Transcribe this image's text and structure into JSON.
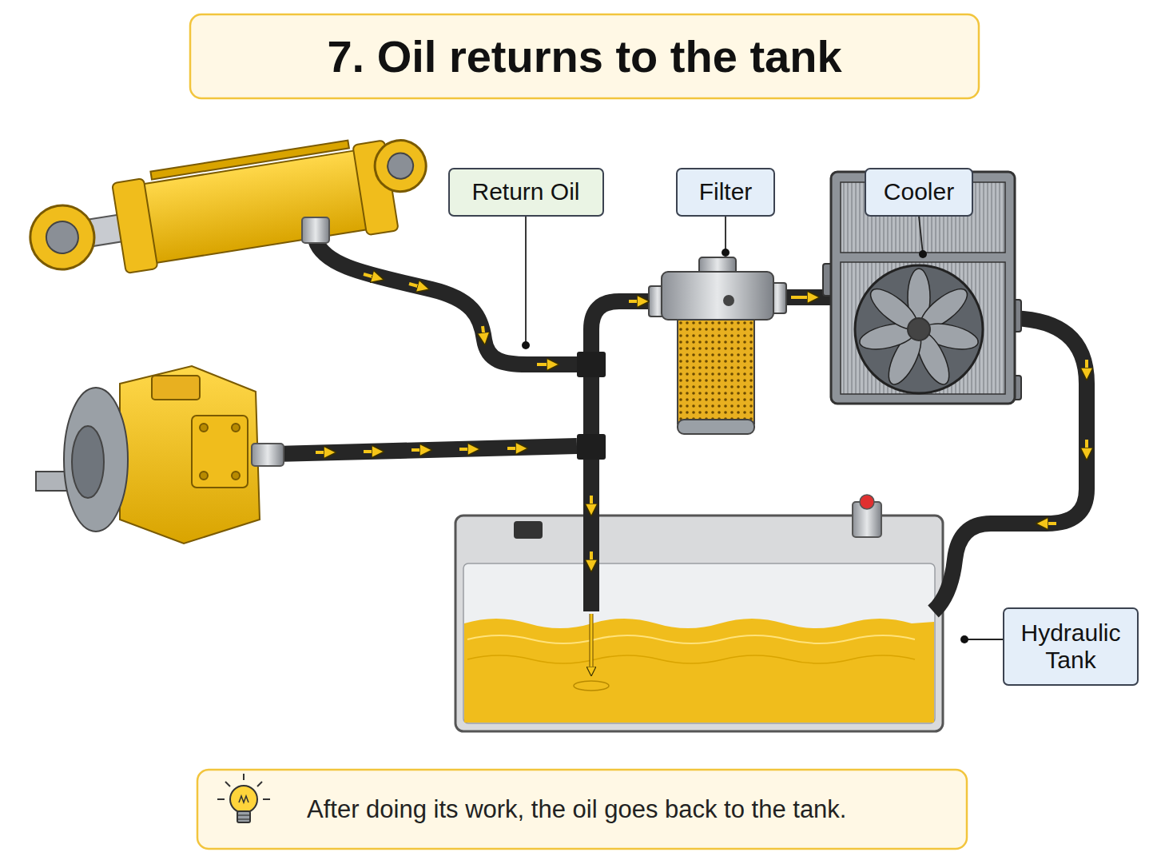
{
  "diagram": {
    "title": "7. Oil returns to the tank",
    "caption": "After doing its work, the oil goes back to the tank.",
    "nodes": [
      {
        "text": [
          "Return Oil"
        ]
      },
      {
        "text": [
          "Filter"
        ]
      },
      {
        "text": [
          "Cooler"
        ]
      },
      {
        "text": [
          "Hydraulic Tank"
        ]
      }
    ]
  }
}
